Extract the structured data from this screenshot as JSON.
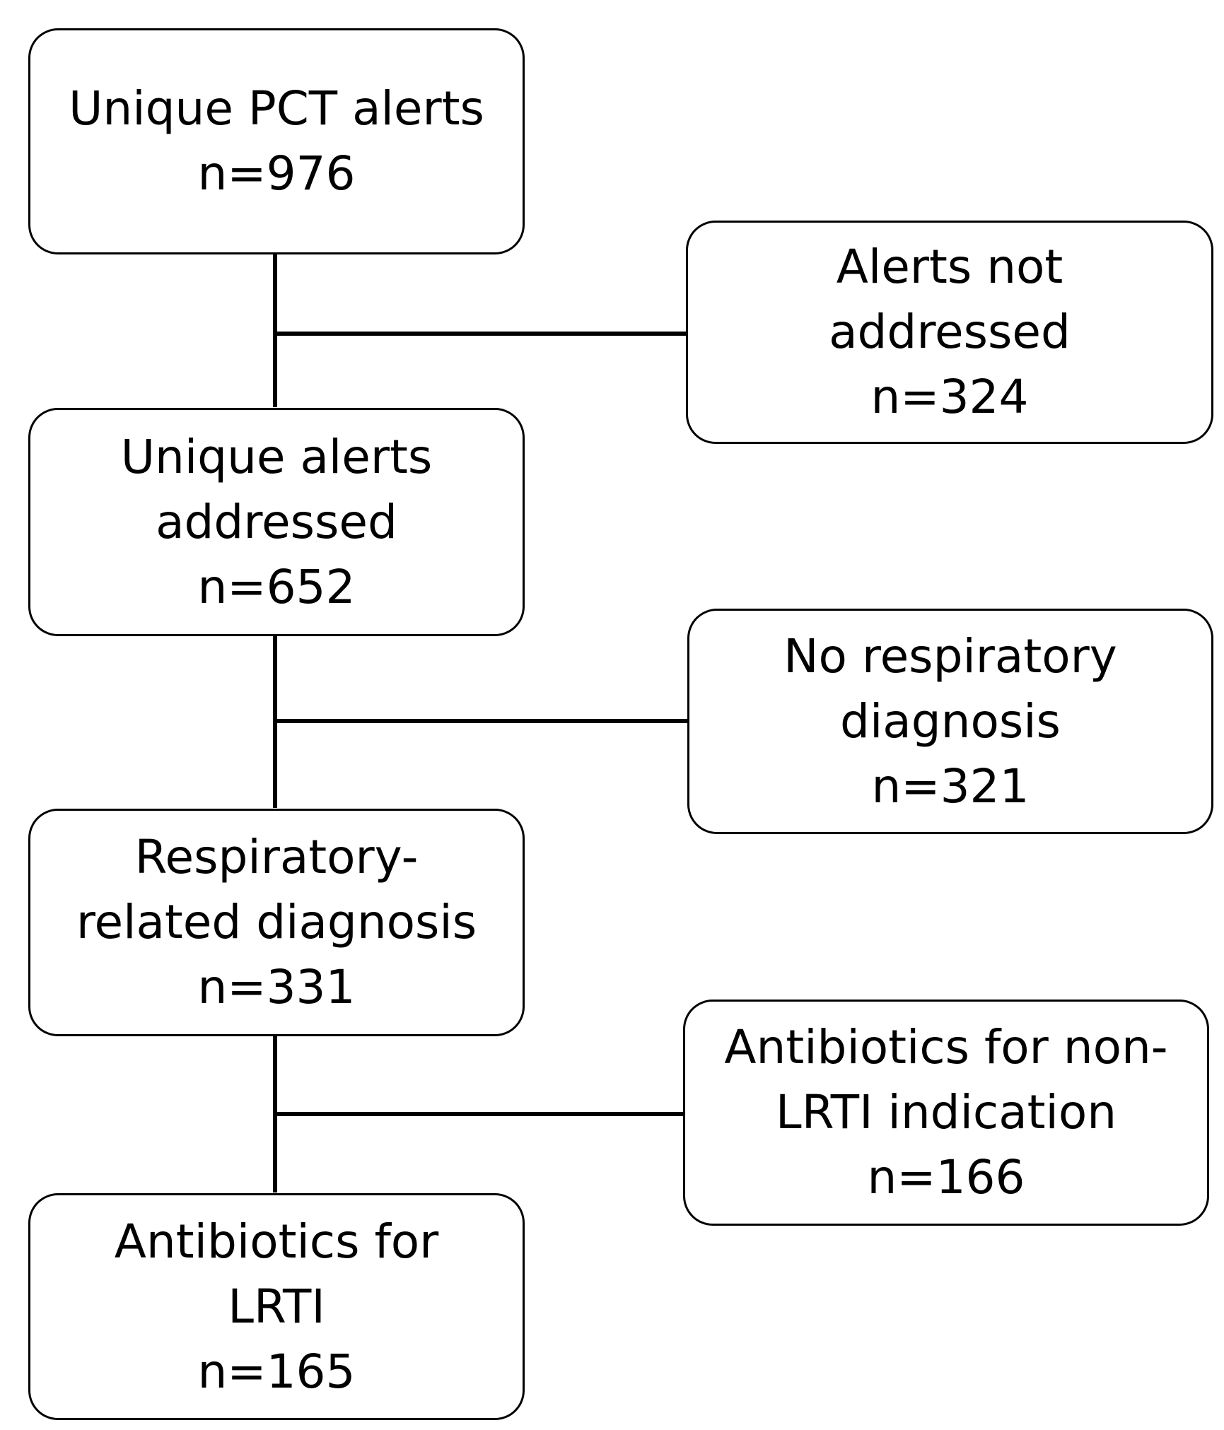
{
  "flowchart": {
    "main_boxes": [
      {
        "lines": [
          "Unique PCT alerts",
          "n=976"
        ]
      },
      {
        "lines": [
          "Unique alerts",
          "addressed",
          "n=652"
        ]
      },
      {
        "lines": [
          "Respiratory-",
          "related diagnosis",
          "n=331"
        ]
      },
      {
        "lines": [
          "Antibiotics for",
          "LRTI",
          "n=165"
        ]
      }
    ],
    "exclusion_boxes": [
      {
        "lines": [
          "Alerts not",
          "addressed",
          "n=324"
        ]
      },
      {
        "lines": [
          "No respiratory",
          "diagnosis",
          "n=321"
        ]
      },
      {
        "lines": [
          "Antibiotics for non-",
          "LRTI indication",
          "n=166"
        ]
      }
    ]
  }
}
